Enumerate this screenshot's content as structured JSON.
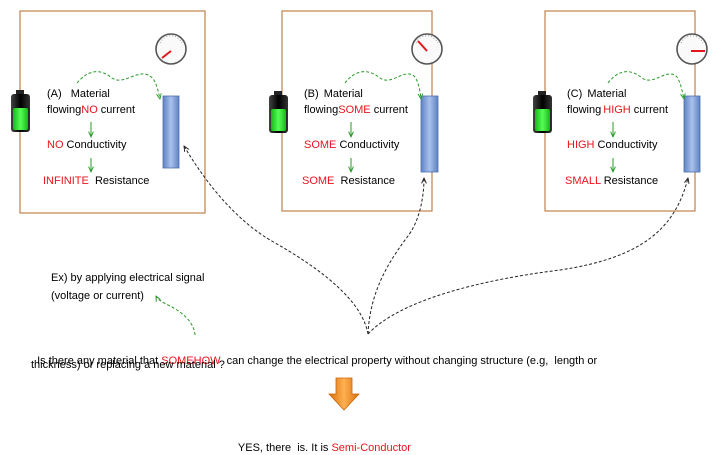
{
  "circuits": [
    {
      "label": "(A)",
      "line1": "Material",
      "line2_pre": "flowing",
      "line2_key": "NO",
      "line2_post": " current",
      "conductivity_key": "NO",
      "conductivity_post": " Conductivity",
      "resistance_key": "INFINITE",
      "resistance_post": "  Resistance",
      "meter_reading": "low",
      "battery_level": "partial"
    },
    {
      "label": "(B)",
      "line1": "Material",
      "line2_pre": "flowing",
      "line2_key": "SOME",
      "line2_post": " current",
      "conductivity_key": "SOME",
      "conductivity_post": " Conductivity",
      "resistance_key": "SOME",
      "resistance_post": "  Resistance",
      "meter_reading": "medium",
      "battery_level": "partial"
    },
    {
      "label": "(C)",
      "line1": "Material",
      "line2_pre": "flowing",
      "line2_key": "HIGH",
      "line2_post": " current",
      "conductivity_key": "HIGH",
      "conductivity_post": " Conductivity",
      "resistance_key": "SMALL",
      "resistance_post": " Resistance",
      "meter_reading": "high",
      "battery_level": "partial"
    }
  ],
  "example": {
    "line1": "Ex) by applying electrical signal",
    "line2": "(voltage or current)"
  },
  "question": {
    "line1_pre": "Is there any material that ",
    "line1_key": "SOMEHOW",
    "line1_post": "  can change the electrical property without changing structure (e.g,  length or",
    "line2": "thickness) or replacing a new material ?"
  },
  "answer": {
    "pre": "YES, there  is. It is ",
    "key": "Semi-Conductor"
  },
  "colors": {
    "wire": "#c0834a",
    "highlight": "#e8141c",
    "flow_arrow": "#2a9a2a",
    "material_bar": "#7fa0d8",
    "down_arrow": "#f08a1c",
    "battery_fill": "#22dd22"
  }
}
